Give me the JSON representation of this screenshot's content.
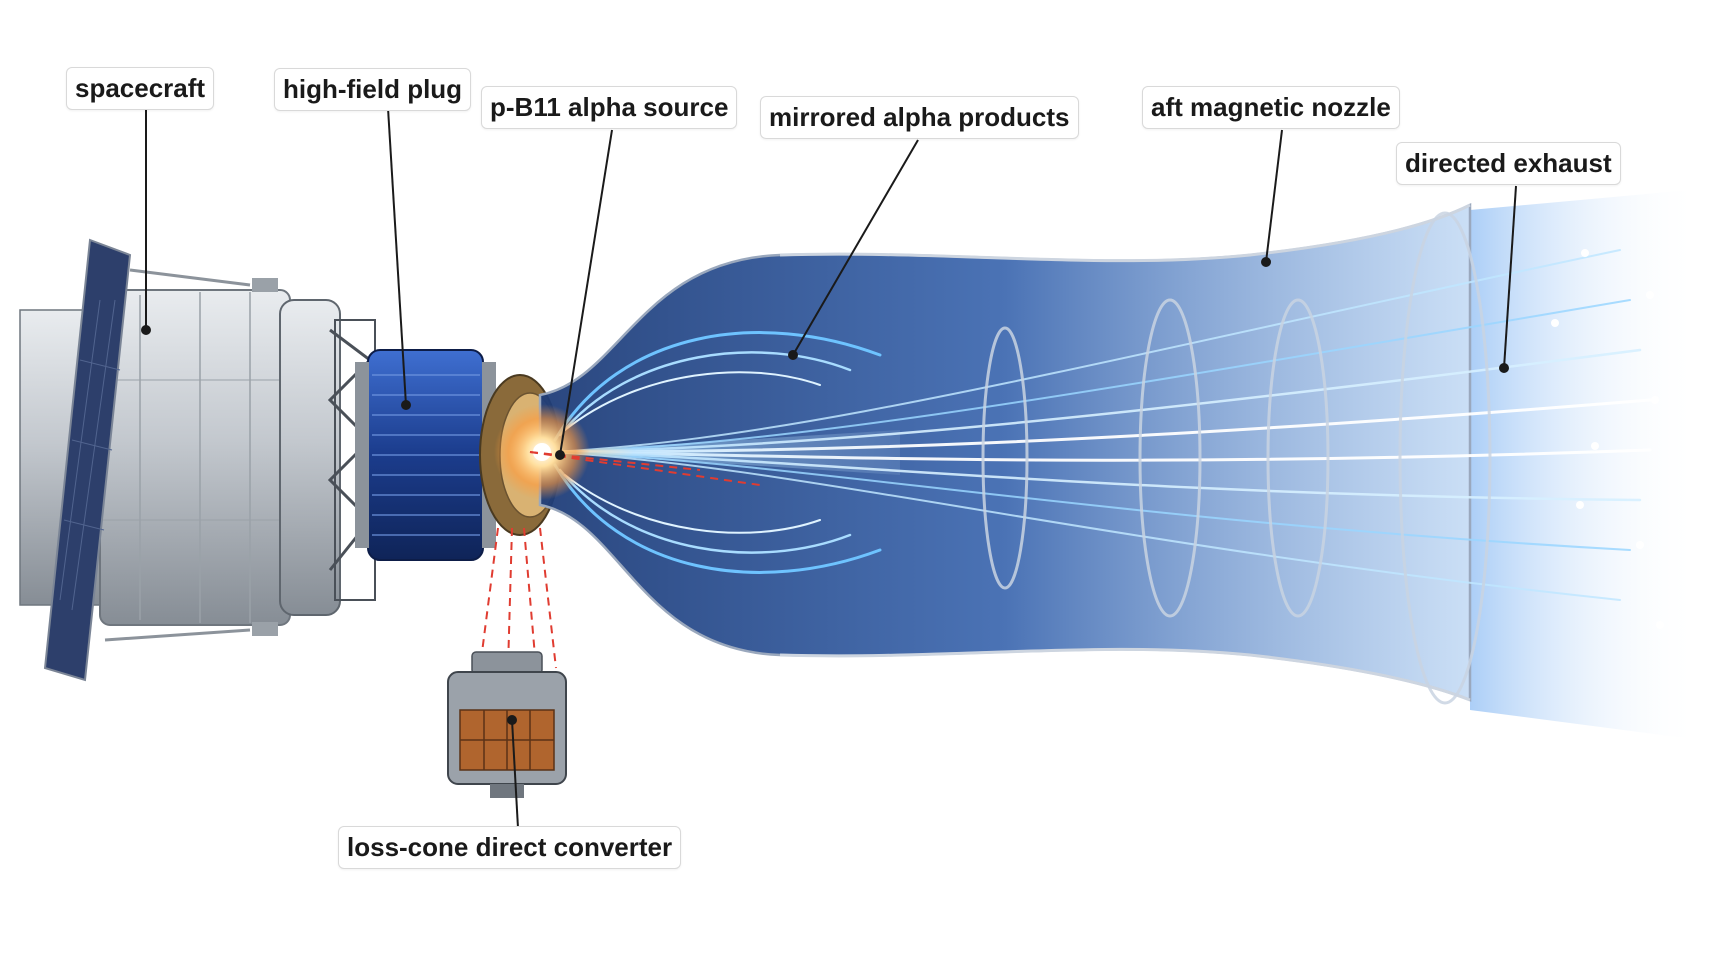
{
  "labels": {
    "spacecraft": "spacecraft",
    "high_field_plug": "high-field plug",
    "alpha_source": "p-B11 alpha source",
    "mirrored_alpha": "mirrored alpha products",
    "aft_nozzle": "aft magnetic nozzle",
    "directed_exhaust": "directed exhaust",
    "loss_cone_converter": "loss-cone direct converter"
  },
  "colors": {
    "hull": "#c9ced4",
    "hull_dark": "#7f868e",
    "coil": "#1f3f8f",
    "solar": "#2d3f6b",
    "plasma_blue": "#3b82f6",
    "field_line": "#8fd3ff",
    "core_glow": "#ffb347",
    "leader_line": "#1a1a1a",
    "dashed_red": "#e03c31",
    "converter_copper": "#b0652e"
  }
}
